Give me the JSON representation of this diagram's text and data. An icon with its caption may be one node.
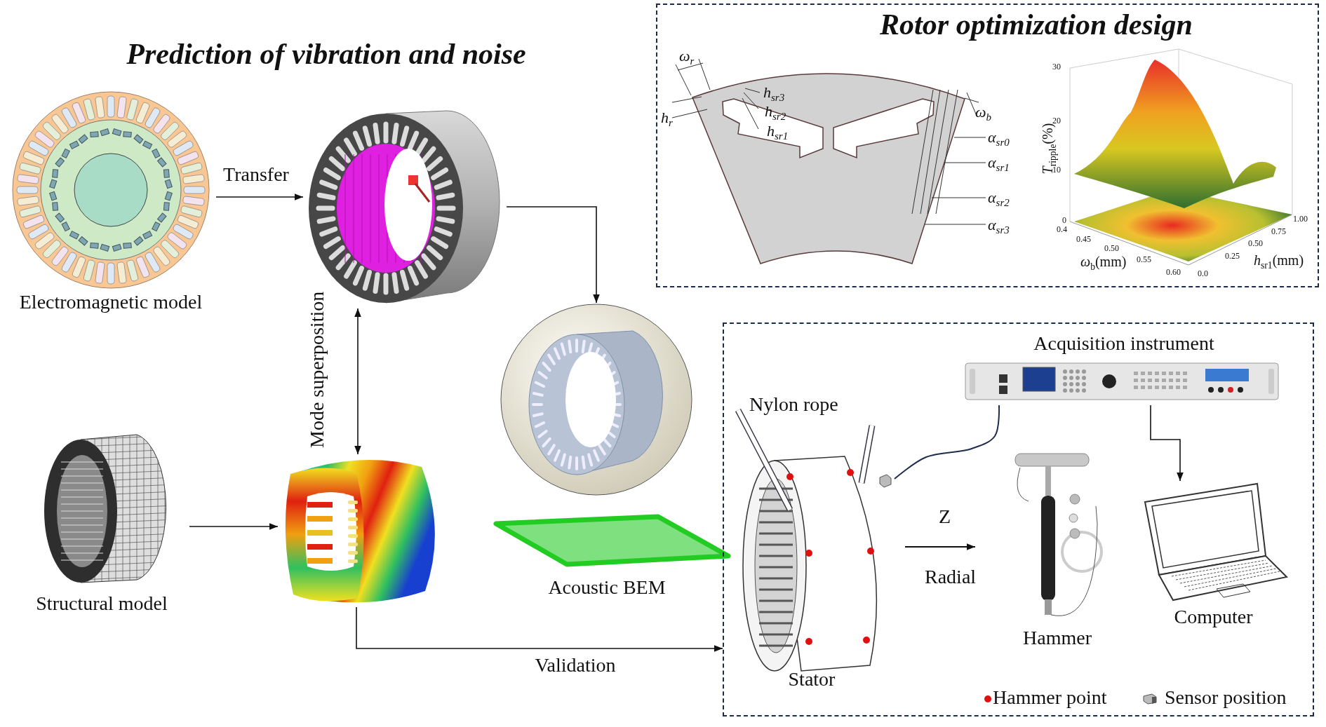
{
  "diagram": {
    "title": "Prediction of vibration and noise",
    "nodes": [
      {
        "text": [
          "Electromagnetic model"
        ]
      },
      {
        "text": [],
        "shape": "picture"
      },
      {
        "text": [
          "Rotor optimization design"
        ]
      },
      {
        "text": [],
        "shape": "picture"
      },
      {
        "text": [
          "Structural model"
        ]
      },
      {
        "text": [],
        "shape": "picture"
      },
      {
        "text": [
          "Acoustic BEM"
        ]
      },
      {
        "text": [],
        "shape": "box"
      },
      {
        "text": [
          "Acquisition instrument"
        ],
        "in": 7
      },
      {
        "text": [
          "Stator"
        ],
        "in": 7
      },
      {
        "text": [
          "Hammer"
        ],
        "in": 7
      },
      {
        "text": [
          "Computer"
        ],
        "in": 7
      }
    ],
    "edges": [
      {
        "from": 0,
        "to": 1,
        "arrow": "to",
        "label": "Transfer"
      },
      {
        "from": 1,
        "to": 3,
        "arrow": "to"
      },
      {
        "from": 1,
        "to": 5,
        "arrow": "both",
        "label": "Mode superposition"
      },
      {
        "from": 4,
        "to": 5,
        "arrow": "to"
      },
      {
        "from": 5,
        "to": 7,
        "arrow": "to",
        "label": "Validation"
      },
      {
        "from": 8,
        "to": 11,
        "arrow": "to"
      },
      {
        "from": 8,
        "to": 9,
        "arrow": "none",
        "color": "#1f2d4d"
      }
    ],
    "labels": [
      "Nylon rope",
      "Z",
      "Radial",
      "ω$_{r}$",
      "h$_{r}$",
      "h$_{sr3}$",
      "h$_{sr2}$",
      "h$_{sr1}$",
      "ω$_{b}$",
      "α$_{sr0}$",
      "α$_{sr1}$",
      "α$_{sr2}$",
      "α$_{sr3}$",
      "*T*$_{ripple}$(%)",
      "30",
      "20",
      "10",
      "0",
      "0.4",
      "0.45",
      "0.50",
      "0.55",
      "0.60",
      "*ω*$_{b}$(mm)",
      "1.00",
      "0.75",
      "0.50",
      "0.25",
      "0.0",
      "*h*$_{sr1}$(mm)"
    ],
    "legend": [
      {
        "text": "Hammer point",
        "color": "#e01010"
      },
      {
        "text": "Sensor position"
      }
    ]
  }
}
